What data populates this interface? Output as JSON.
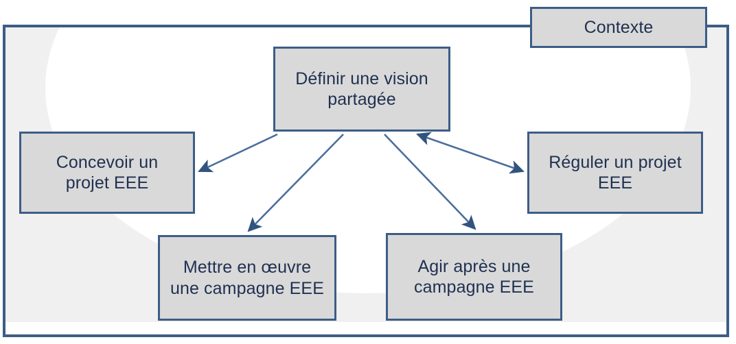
{
  "diagram": {
    "title_node": {
      "id": "contexte",
      "label": "Contexte"
    },
    "center_node": {
      "id": "vision",
      "label": "Définir une vision partagée",
      "line1": "Définir une vision",
      "line2": "partagée"
    },
    "nodes": [
      {
        "id": "concevoir",
        "label": "Concevoir un projet EEE",
        "line1": "Concevoir un",
        "line2": "projet EEE",
        "position": "left"
      },
      {
        "id": "reguler",
        "label": "Réguler un projet EEE",
        "line1": "Réguler un projet",
        "line2": "EEE",
        "position": "right"
      },
      {
        "id": "mettre",
        "label": "Mettre en œuvre une campagne EEE",
        "line1": "Mettre en œuvre",
        "line2": "une campagne EEE",
        "position": "bottom-left"
      },
      {
        "id": "agir",
        "label": "Agir après une campagne EEE",
        "line1": "Agir après une",
        "line2": "campagne EEE",
        "position": "bottom-right"
      }
    ],
    "connectors": [
      {
        "id": "vision-to-concevoir",
        "from": "vision",
        "to": "concevoir",
        "heads": "single"
      },
      {
        "id": "vision-to-reguler",
        "from": "vision",
        "to": "reguler",
        "heads": "double"
      },
      {
        "id": "vision-to-mettre",
        "from": "vision",
        "to": "mettre",
        "heads": "single"
      },
      {
        "id": "vision-to-agir",
        "from": "vision",
        "to": "agir",
        "heads": "single"
      }
    ],
    "colors": {
      "border": "#3c5d86",
      "box_fill": "#d9d9d9",
      "text": "#1f3050",
      "frame_fill": "#f0f0f0",
      "inner_fill": "#ffffff",
      "arrow": "#3c5d86"
    }
  }
}
